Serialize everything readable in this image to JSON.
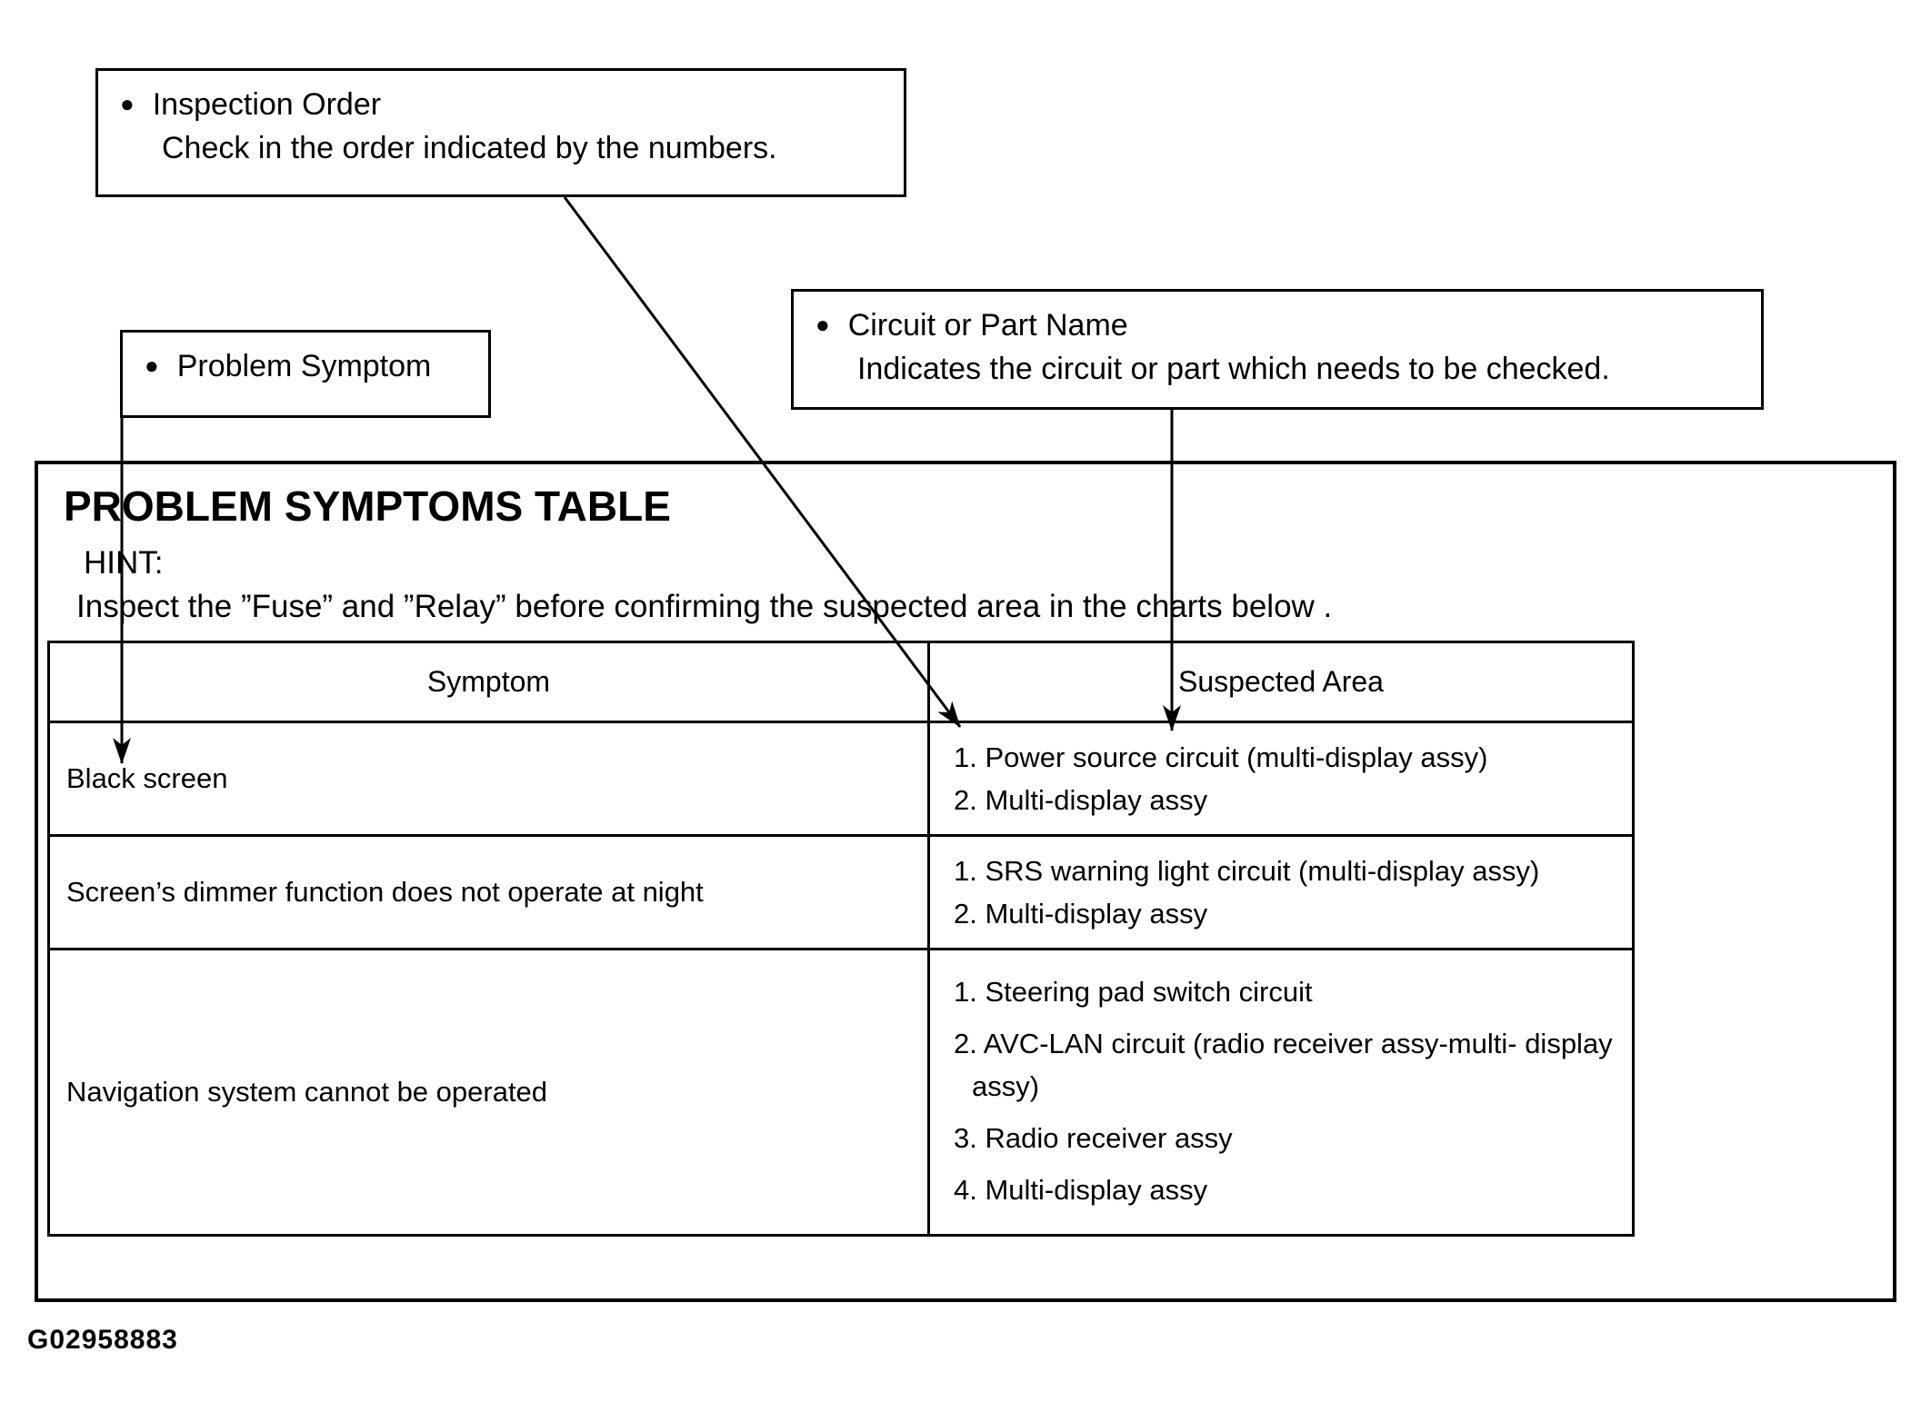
{
  "callouts": {
    "inspection_order": {
      "bullet": "●",
      "title": "Inspection Order",
      "description": "Check in the order indicated by the numbers."
    },
    "problem_symptom": {
      "bullet": "●",
      "title": "Problem Symptom"
    },
    "circuit_or_part_name": {
      "bullet": "●",
      "title": "Circuit or Part Name",
      "description": "Indicates the circuit or part which needs to be checked."
    }
  },
  "panel": {
    "title": "PROBLEM SYMPTOMS TABLE",
    "hint_label": "HINT:",
    "hint_text": "Inspect the ”Fuse” and ”Relay” before confirming the suspected area in the charts below ."
  },
  "table": {
    "columns": [
      "Symptom",
      "Suspected Area"
    ],
    "rows": [
      {
        "symptom": "Black screen",
        "suspected_areas": [
          "1. Power source circuit (multi-display assy)",
          "2. Multi-display assy"
        ]
      },
      {
        "symptom": "Screen’s dimmer function does not operate at night",
        "suspected_areas": [
          "1. SRS warning light circuit (multi-display assy)",
          "2. Multi-display assy"
        ]
      },
      {
        "symptom": "Navigation system cannot be operated",
        "suspected_areas": [
          "1. Steering pad switch circuit",
          "2. AVC-LAN circuit (radio receiver assy-multi- display assy)",
          "3. Radio receiver assy",
          "4. Multi-display assy"
        ]
      }
    ]
  },
  "figure_id": "G02958883",
  "colors": {
    "ink": "#000000",
    "paper": "#ffffff"
  }
}
